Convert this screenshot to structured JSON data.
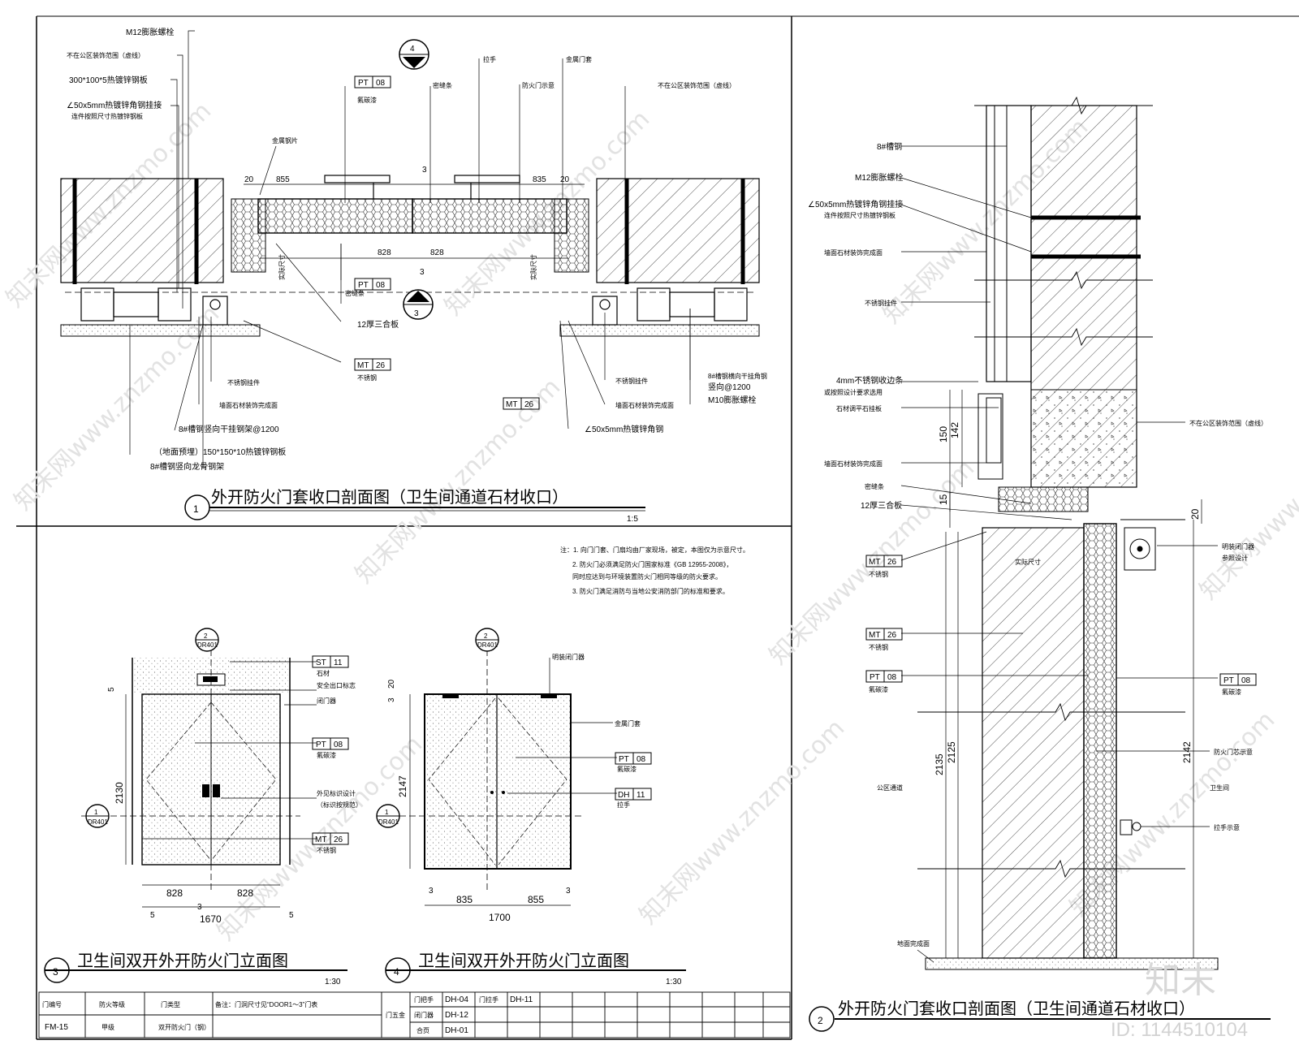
{
  "panel1": {
    "title": "外开防火门套收口剖面图（卫生间通道石材收口）",
    "number": "1",
    "scale": "1:5",
    "callout_top": "4",
    "callout_bottom": "3",
    "labels": {
      "bolt": "M12膨胀螺栓",
      "stone_range": "不在公区装饰范围（虚线）",
      "plate300": "300*100*5热镀锌钢板",
      "angle50": "∠50x5mm热镀锌角钢挂接",
      "angle50_sub": "连件按照尺寸热镀锌钢板",
      "steel_cover": "金属钢片",
      "handle": "拉手",
      "seal_strip": "密缝条",
      "door_sketch": "防火门示意",
      "metal_cover": "金属门套",
      "stone_range_r": "不在公区装饰范围（虚线）",
      "fire_paint": "氟碳漆",
      "sealer": "密缝条",
      "board12": "12厚三合板",
      "stainless": "不锈钢",
      "ss_fitting": "不锈钢挂件",
      "wall_finish": "墙面石材装饰完成面",
      "steel8": "8#槽钢竖向干挂钢架@1200",
      "floor_plate": "（地面预埋）150*150*10热镀锌钢板",
      "steel8b": "8#槽钢竖向龙骨钢架",
      "ss_fitting_r": "不锈钢挂件",
      "wall_finish_r": "墙面石材装饰完成面",
      "angle50_r": "∠50x5mm热镀锌角钢",
      "steel8_r": "8#槽钢横向干挂角钢",
      "spacing_r": "竖向@1200",
      "m10": "M10膨胀螺栓",
      "real_size": "实际尺寸",
      "real_size_r": "实际尺寸"
    },
    "tags": {
      "pt08_top": [
        "PT",
        "08"
      ],
      "pt08_mid": [
        "PT",
        "08"
      ],
      "mt26": [
        "MT",
        "26"
      ],
      "mt26_r": [
        "MT",
        "26"
      ]
    },
    "dims": {
      "d20": "20",
      "d855": "855",
      "d835": "835",
      "d3a": "3",
      "d20b": "20",
      "d828a": "828",
      "d828b": "828",
      "d3b": "3"
    }
  },
  "panel2": {
    "title": "外开防火门套收口剖面图（卫生间通道石材收口）",
    "number": "2",
    "labels": {
      "steel8": "8#槽钢",
      "bolt": "M12膨胀螺栓",
      "angle50": "∠50x5mm热镀锌角钢挂接",
      "angle50_sub": "连件按照尺寸热镀锌钢板",
      "wall_finish": "墙面石材装饰完成面",
      "ss_fitting": "不锈钢挂件",
      "ss4mm": "4mm不锈钢收边条",
      "ss4mm_sub": "或按照设计要求选用",
      "adjust": "石材调平石挂板",
      "wall_finish2": "墙面石材装饰完成面",
      "seal": "密缝条",
      "board12": "12厚三合板",
      "not_public": "不在公区装饰范围（虚线）",
      "closer": "明装闭门器",
      "closer_sub": "参照设计",
      "fire_core": "防火门芯示意",
      "wc": "卫生间",
      "public": "公区通道",
      "handle": "拉手示意",
      "floor": "地面完成面",
      "real_size": "实际尺寸",
      "fire_paint": "氟碳漆",
      "stainless": "不锈钢",
      "stainless2": "不锈钢",
      "fire_paint_r": "氟碳漆"
    },
    "tags": {
      "mt26a": [
        "MT",
        "26"
      ],
      "mt26b": [
        "MT",
        "26"
      ],
      "pt08": [
        "PT",
        "08"
      ],
      "pt08_r": [
        "PT",
        "08"
      ]
    },
    "dims": {
      "d150": "150",
      "d142": "142",
      "d15": "15",
      "d20": "20",
      "d2135": "2135",
      "d2125": "2125",
      "d2142": "2142"
    }
  },
  "panel3": {
    "title": "卫生间双开外开防火门立面图",
    "number": "3",
    "scale": "1:30",
    "callout_top": [
      "2",
      "DR401"
    ],
    "callout_left": [
      "1",
      "DR401"
    ],
    "labels": {
      "stone": "石材",
      "safe_sign": "安全出口标志",
      "closer": "闭门器",
      "fire_paint": "氟碳漆",
      "sign": "外见标识设计",
      "sign_sub": "（标识按规范）",
      "stainless": "不锈钢"
    },
    "tags": {
      "st11": [
        "ST",
        "11"
      ],
      "pt08": [
        "PT",
        "08"
      ],
      "mt26": [
        "MT",
        "26"
      ]
    },
    "dims": {
      "d5a": "5",
      "d2130": "2130",
      "d828a": "828",
      "d828b": "828",
      "d3": "3",
      "d5b": "5",
      "d5c": "5",
      "d1670": "1670"
    }
  },
  "panel4": {
    "title": "卫生间双开外开防火门立面图",
    "number": "4",
    "scale": "1:30",
    "callout_top": [
      "2",
      "DR401"
    ],
    "callout_left": [
      "1",
      "DR401"
    ],
    "labels": {
      "closer": "明装闭门器",
      "metal_cover": "金属门套",
      "fire_paint": "氟碳漆",
      "handle": "拉手"
    },
    "tags": {
      "pt08": [
        "PT",
        "08"
      ],
      "dh11": [
        "DH",
        "11"
      ]
    },
    "dims": {
      "d3": "3",
      "d20": "20",
      "d2147": "2147",
      "d3b": "3",
      "d835": "835",
      "d855": "855",
      "d3c": "3",
      "d1700": "1700"
    }
  },
  "notes": {
    "lines": [
      "注：1. 向门门套、门扇均由厂家现场，被定，本图仅为示意尺寸。",
      "2. 防火门必须满足防火门国家标准《GB 12955-2008》，",
      "同时应达到与环境装置防火门相同等级的防火要求。",
      "3. 防火门满足消防与当地公安消防部门的标准和要求。"
    ]
  },
  "table": {
    "header": [
      "门编号",
      "防火等级",
      "门类型",
      "备注：门洞尺寸见“DOOR1～3”门表"
    ],
    "row": [
      "FM-15",
      "甲级",
      "双开防火门（钢）"
    ],
    "hardware_title": "门五金",
    "hw_rows": [
      [
        "门把手",
        "DH-04",
        "门拉手",
        "DH-11"
      ],
      [
        "闭门器",
        "DH-12"
      ],
      [
        "合页",
        "DH-01"
      ]
    ]
  },
  "watermark": {
    "text": "知末网www.znzmo.com",
    "brand": "知末",
    "id": "ID: 1144510104"
  }
}
